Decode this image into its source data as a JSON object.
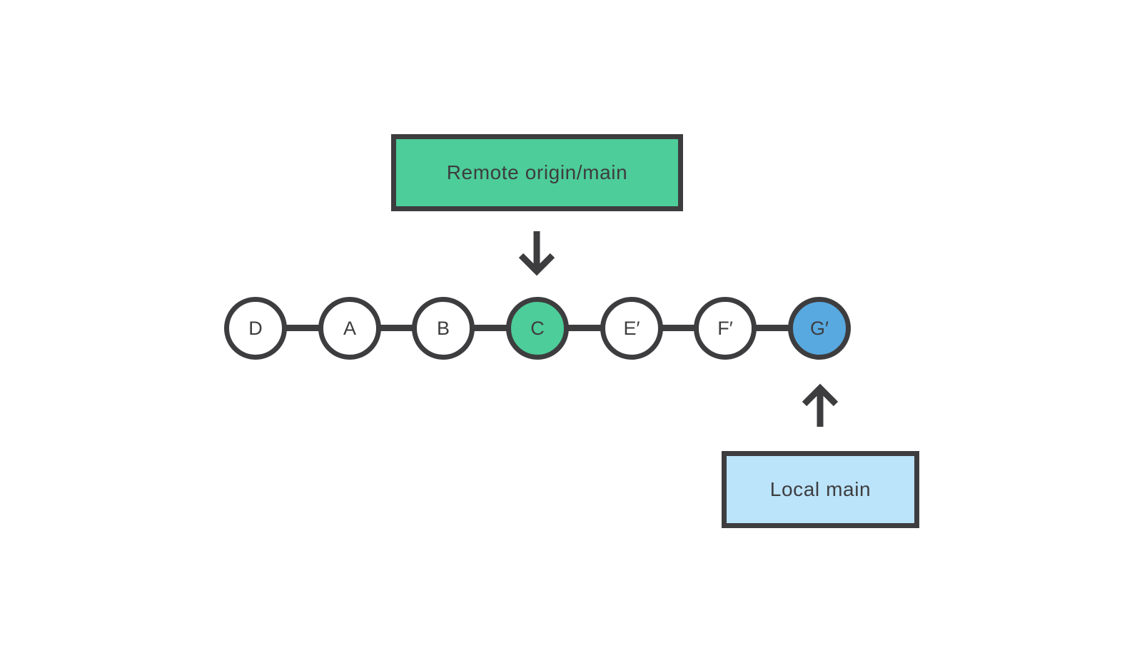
{
  "diagram": {
    "title": "git commit history with remote and local branch pointers",
    "colors": {
      "stroke": "#3d3d3f",
      "remote_green": "#4dcd99",
      "local_light_blue": "#bbe3fa",
      "local_head_blue": "#58a9e0",
      "node_white": "#ffffff",
      "background": "#ffffff"
    },
    "remote_box": {
      "label": "Remote origin/main",
      "fill": "#4dcd99"
    },
    "local_box": {
      "label": "Local main",
      "fill": "#bbe3fa"
    },
    "icons": {
      "down": "arrow-down-icon",
      "up": "arrow-up-icon"
    },
    "commits": [
      {
        "label": "D",
        "fill": "#ffffff"
      },
      {
        "label": "A",
        "fill": "#ffffff"
      },
      {
        "label": "B",
        "fill": "#ffffff"
      },
      {
        "label": "C",
        "fill": "#4dcd99"
      },
      {
        "label": "E′",
        "fill": "#ffffff"
      },
      {
        "label": "F′",
        "fill": "#ffffff"
      },
      {
        "label": "G′",
        "fill": "#58a9e0"
      }
    ]
  }
}
